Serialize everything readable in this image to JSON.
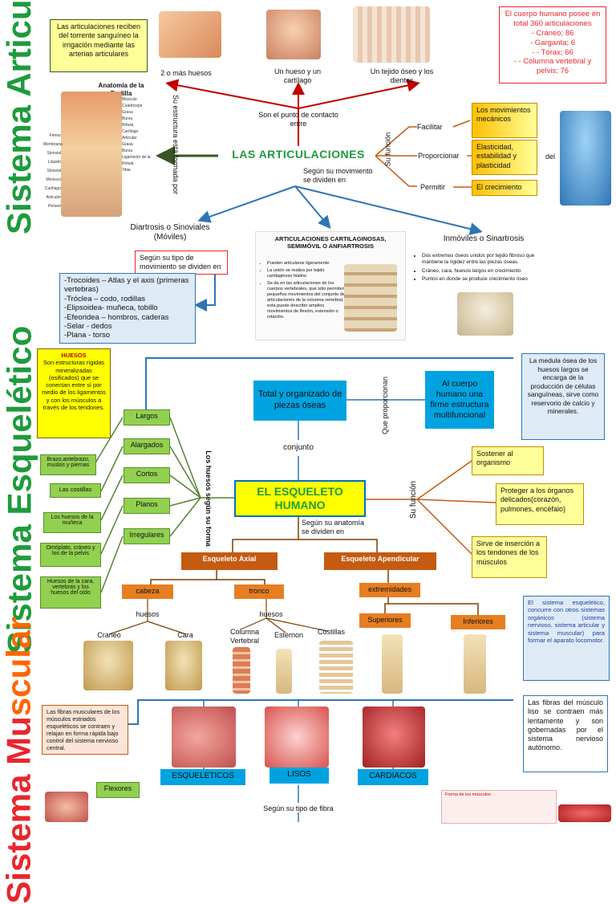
{
  "side_titles": {
    "articular": "Sistema Articular",
    "esqueletico": "Sistema Esquelético",
    "muscular_red": "Sistema Mu",
    "muscular_rest": "scular"
  },
  "articular": {
    "irrigation_note": "Las articulaciones reciben del torrente sanguíneo la irrigación mediante las arterias articulares",
    "total_note": "El cuerpo humano posee en total 360 articulaciones\n- Cráneo; 86\n- Garganta; 6\n- - Tórax; 66\n- - Columna vertebral y pelvis; 76",
    "knee_title": "Anatomía de la Rodilla",
    "knee_labels": [
      "Músculo Cuádriceps",
      "Grasa",
      "Fémur",
      "Bursa",
      "Rótula",
      "Membrana Sinovial",
      "Cartílago Articular",
      "Líquido Sinovial",
      "Grasa",
      "Menisco",
      "Cartílago Articular",
      "Bursa",
      "Ligamento de la Rótula",
      "Peroné",
      "Tibia"
    ],
    "center_title": "LAS ARTICULACIONES",
    "contact_label": "Son el punto de contacto entre",
    "targets": [
      "2 o más huesos",
      "Un hueso y un cartílago",
      "Un tejido óseo y los dientes"
    ],
    "structure_label": "Su estructura está formada por",
    "function_label": "Su función",
    "functions": [
      {
        "verb": "Facilitar",
        "object": "Los movimientos mecánicos"
      },
      {
        "verb": "Proporcionar",
        "object": "Elasticidad, estabilidad y plasticidad"
      },
      {
        "verb": "Permitir",
        "object": "El crecimiento"
      }
    ],
    "del_label": "del",
    "movement_label": "Según su movimiento se dividen en",
    "diartrosis": "Diartrosis o Sinoviales (Móviles)",
    "anfiartrosis_title": "ARTICULACIONES CARTILAGINOSAS, SEMIMÓVIL O ANFIARTROSIS",
    "anfiartrosis_points": [
      "Pueden articularse ligeramente",
      "La unión se realiza por tejido cartilaginoso hialino",
      "Se da en las articulaciones de los cuerpos vertebrales, que sólo permiten pequeños movimientos del conjunto de articulaciones de la columna vertebral, esta puede describir amplios movimientos de flexión, extensión o rotación."
    ],
    "sinartrosis_title": "Inmóviles o Sinartrosis",
    "sinartrosis_points": [
      "Dos extremos óseos unidos por tejido fibroso que mantiene la rigidez entre las piezas óseas.",
      "Cráneo, cara, huesos largos en crecimiento",
      "Puntos en donde se produce crecimiento óseo"
    ],
    "type_label": "Según su tipo de movimiento se dividen en",
    "types": [
      "-Trocoides – Atlas y el axis (primeras vertebras)",
      "-Tróclea – codo, rodillas",
      "-Elipsoidea- muñeca, tobillo",
      "-Efeoridea – hombros, caderas",
      "-Selar - dedos",
      "-Plana - torso"
    ]
  },
  "esqueleto": {
    "huesos_note_title": "HUESOS",
    "huesos_note": "Son estructuras rígidas mineralizadas (osificados) que se conectan entre sí por medio de los ligamentos y con los músculos a través de los tendones.",
    "medula_note": "La medula ósea de los huesos largos se encarga de la producción de células sanguíneas, sirve como reservorio de calcio y minerales.",
    "total_box": "Total y organizado de piezas óseas",
    "estructura_box": "Al cuerpo humano una firme estructura multifuncional",
    "proporcionan_label": "Que proporcionan",
    "conjunto_label": "conjunto",
    "center_title": "EL ESQUELETO HUMANO",
    "forma_label": "Los huesos según su forma",
    "shapes": [
      "Largos",
      "Alargados",
      "Cortos",
      "Planos",
      "Irregulares"
    ],
    "shape_examples": [
      "Brazo,antebrazo, muslos y piernas",
      "Las costillas",
      "Los huesos de la muñeca",
      "Omóplato, cráneo y los de la pelvis",
      "Huesos de la cara, vertebras y los huesos del oído"
    ],
    "function_label": "Su función",
    "functions": [
      "Sostener al organismo",
      "Proteger a los órganos delicados(corazón, pulmones, encéfalo)",
      "Sirve de inserción a los tendones de los músculos"
    ],
    "anatomy_label": "Según su anatomía se dividen en",
    "axial": "Esqueleto Axial",
    "apendicular": "Esqueleto Apendicular",
    "axial_parts": [
      "cabeza",
      "tronco"
    ],
    "apendicular_parts": [
      "extremidades"
    ],
    "huesos_label": "huesos",
    "cabeza_bones": [
      "Craneo",
      "Cara"
    ],
    "tronco_bones": [
      "Columna Vertebral",
      "Esternon",
      "Costillas"
    ],
    "limbs": [
      "Superiores",
      "Inferiores"
    ],
    "system_note": "El sistema esquelético, concurre con otros sistemas orgánicos (sistema nervioso, sistema articular y sistema muscular) para formar el aparato locomotor."
  },
  "muscular": {
    "striated_note": "Las fibras musculares de los músculos estriados esqueléticos se contraen y relajan en forma rápida bajo control del sistema nervioso central.",
    "smooth_note": "Las fibras del músculo liso se contraen más lentamente y son gobernadas por el sistema nervioso autónomo.",
    "types": [
      "ESQUELETICOS",
      "LISOS",
      "CARDIACOS"
    ],
    "fiber_label": "Según su tipo de fibra",
    "flexores": "Flexores",
    "chart_title": "Forma de los músculos"
  },
  "colors": {
    "green_title": "#1e9b3c",
    "red_note": "#e8262c",
    "blue_box": "#00a3e0",
    "yellow": "#ffff99",
    "orange": "#c55a11"
  }
}
